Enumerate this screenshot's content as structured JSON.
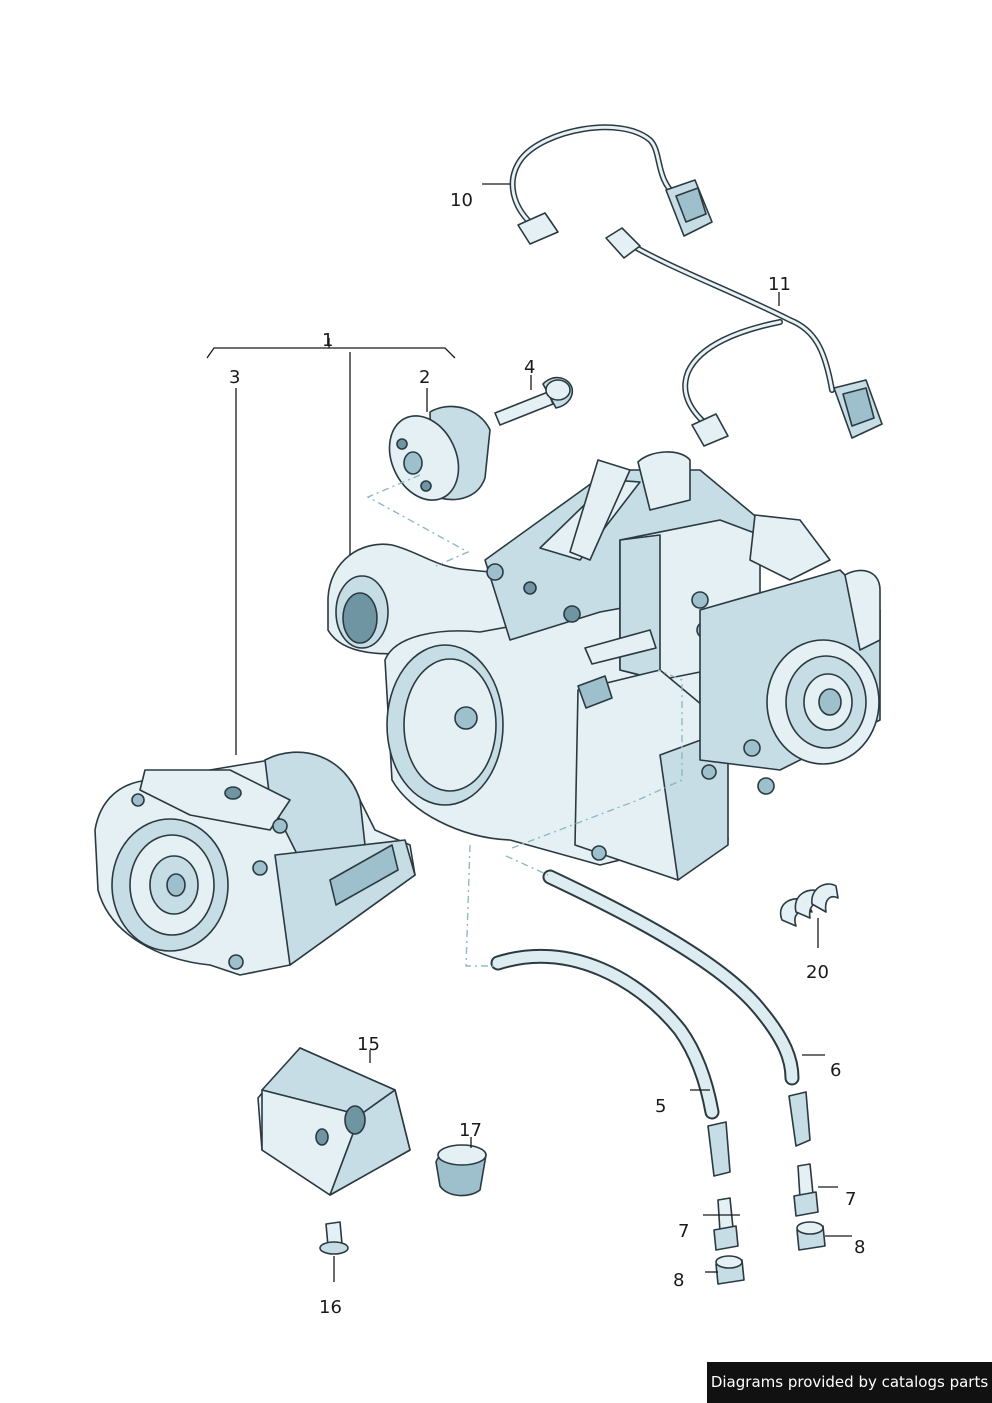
{
  "diagram": {
    "callouts": {
      "p1": "1",
      "p2": "2",
      "p3": "3",
      "p4": "4",
      "p5": "5",
      "p6": "6",
      "p7a": "7",
      "p7b": "7",
      "p8a": "8",
      "p8b": "8",
      "p10": "10",
      "p11": "11",
      "p15": "15",
      "p16": "16",
      "p17": "17",
      "p20": "20"
    },
    "colors": {
      "part_fill": "#e4f0f4",
      "part_shade": "#c6dde5",
      "outline": "#2a3a40",
      "dashed_line": "#8fb8c8"
    }
  },
  "footer": {
    "text": "Diagrams provided by catalogs parts"
  }
}
